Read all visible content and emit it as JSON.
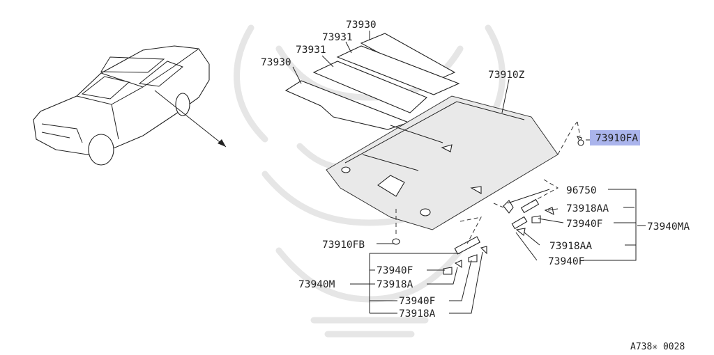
{
  "diagram": {
    "parts": {
      "p_73930_top": "73930",
      "p_73931_a": "73931",
      "p_73931_b": "73931",
      "p_73930_left": "73930",
      "p_73910z": "73910Z",
      "p_73910fa_prefix": "73910F",
      "p_73910fa_suffix": "A",
      "p_96750": "96750",
      "p_73918aa_1": "73918AA",
      "p_73940f_1": "73940F",
      "p_73940ma": "73940MA",
      "p_73918aa_2": "73918AA",
      "p_73940f_2": "73940F",
      "p_73910fb": "73910FB",
      "p_73940f_3": "73940F",
      "p_73940m": "73940M",
      "p_73918a_1": "73918A",
      "p_73940f_4": "73940F",
      "p_73918a_2": "73918A"
    },
    "figure_code": "A738✳ 0028",
    "highlight_color": "#aab4ec"
  }
}
